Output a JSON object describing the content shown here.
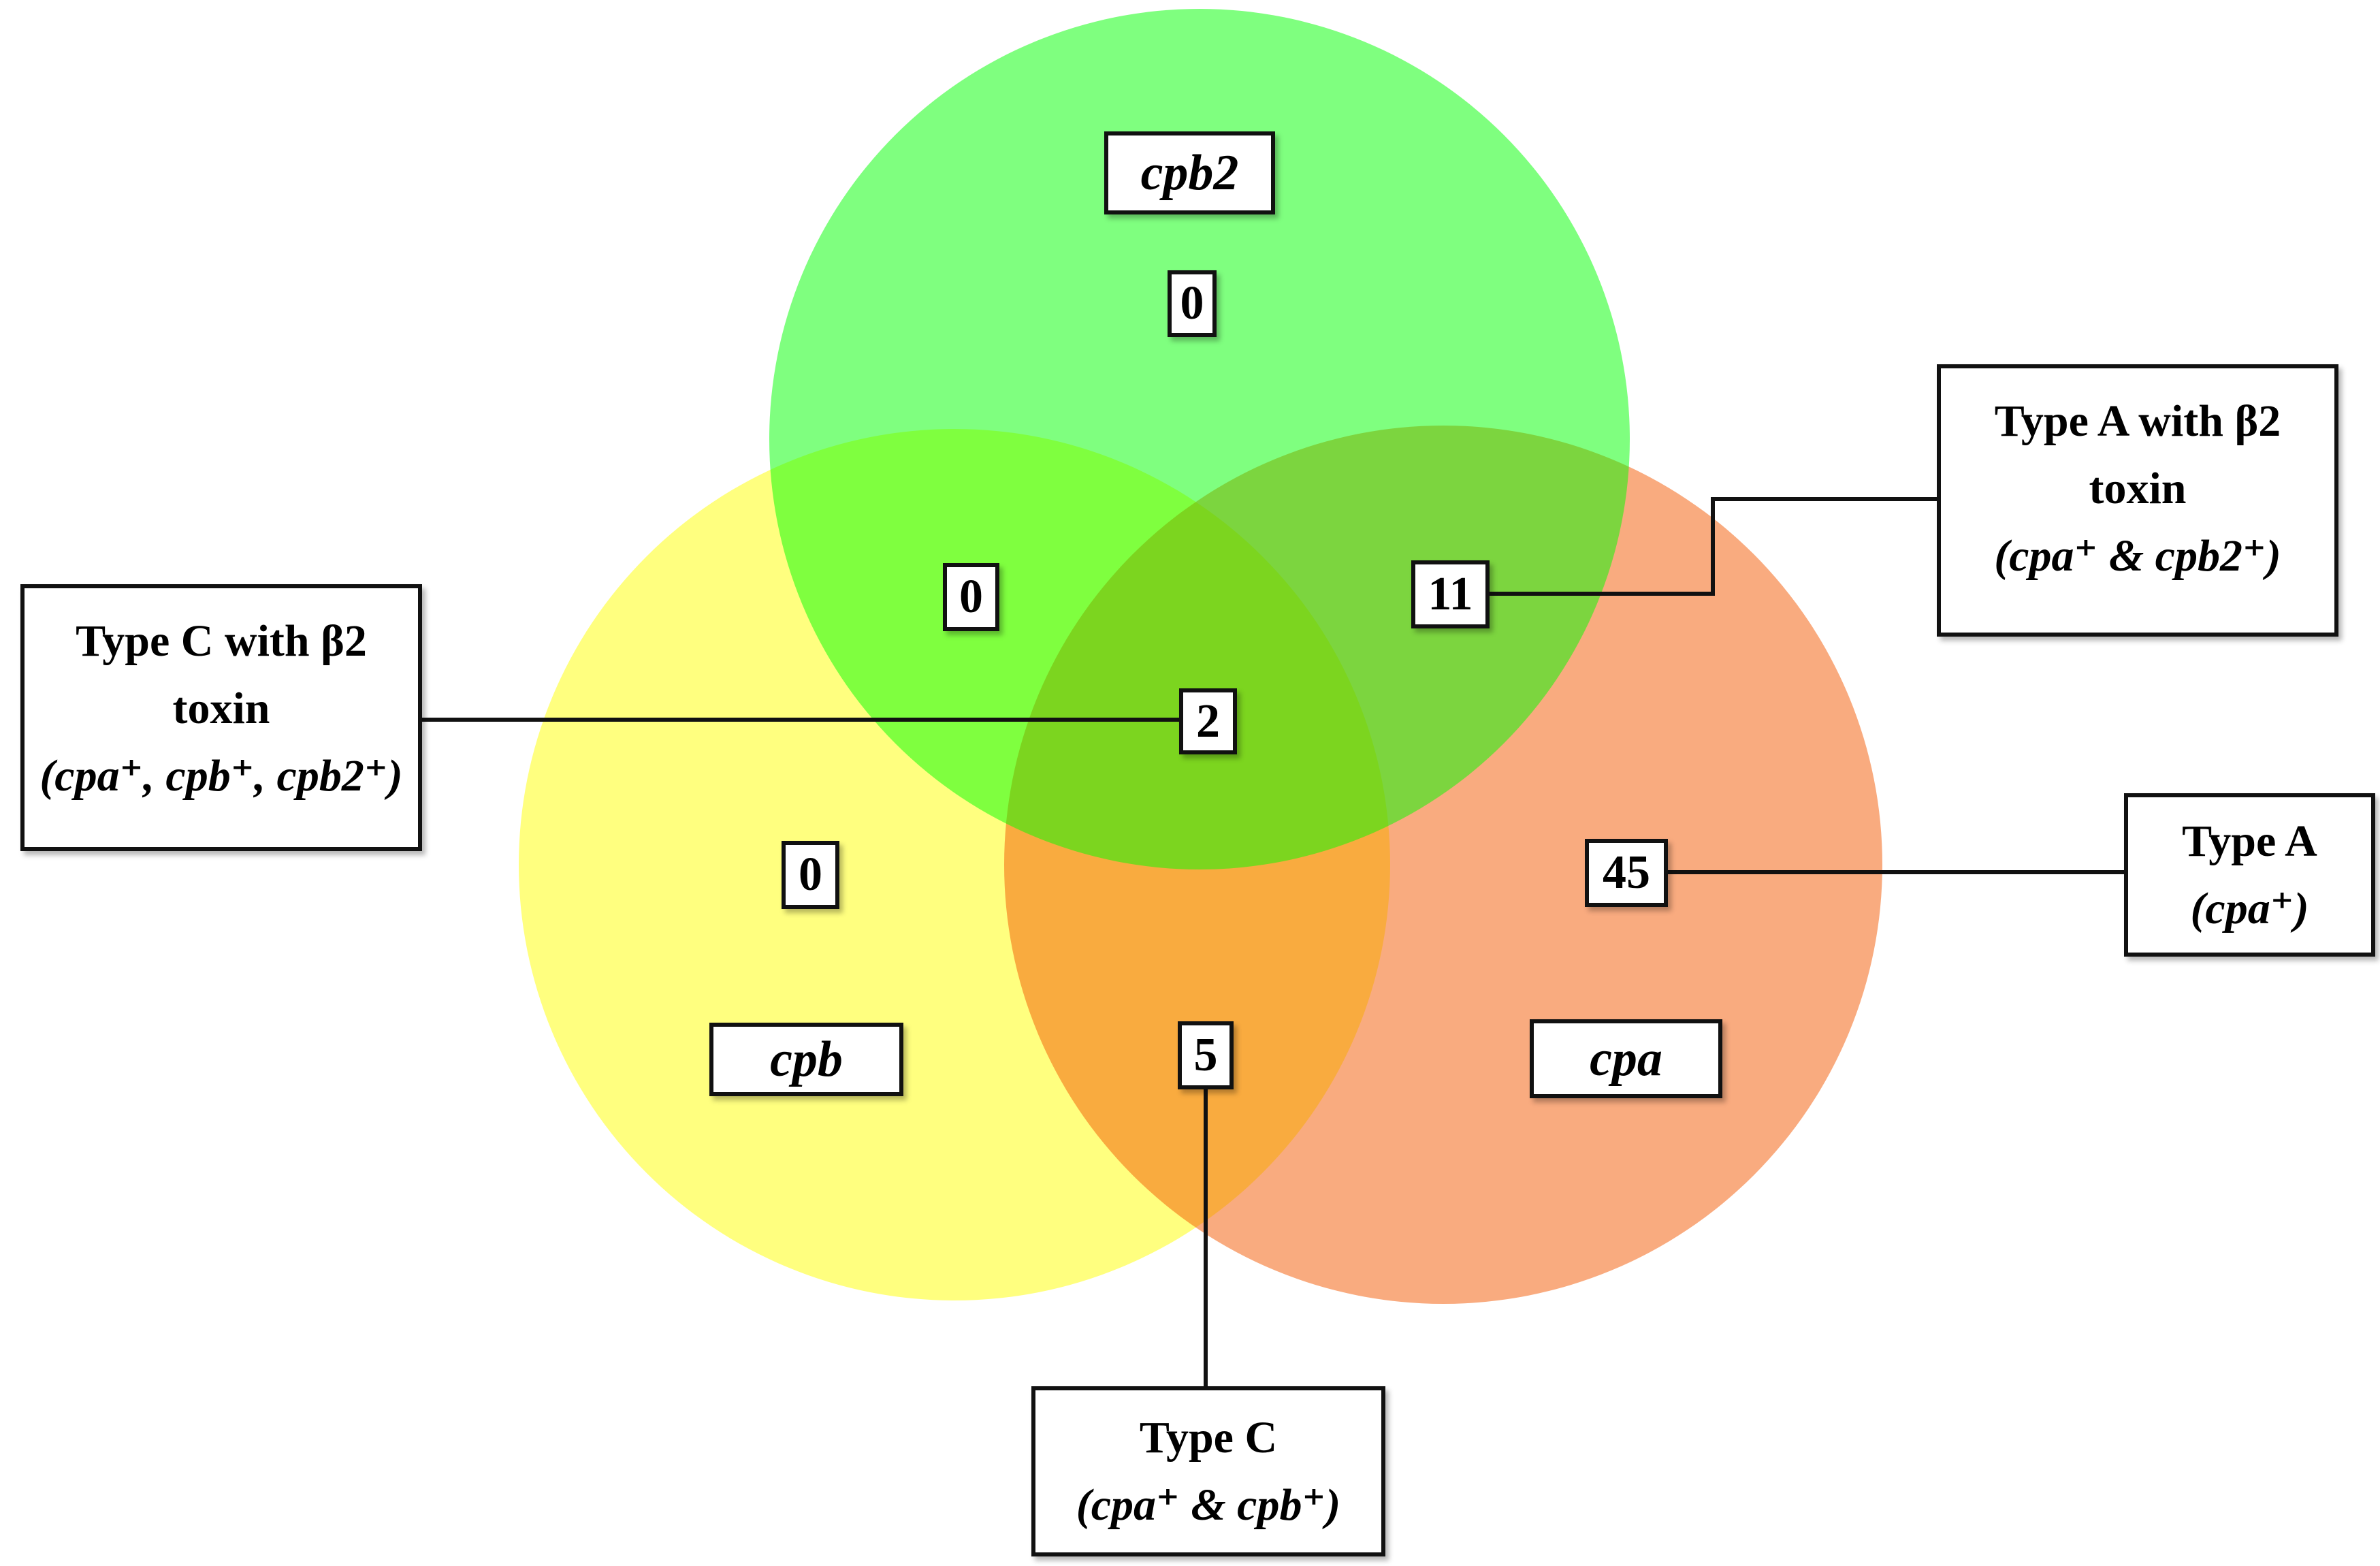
{
  "figure_type": "venn-diagram",
  "background_color": "#ffffff",
  "venn": {
    "sets": [
      {
        "id": "cpb2",
        "label": "cpb2",
        "position": "top",
        "base_color": "#00ff00",
        "rendered_color": "#80ff80",
        "count_exclusive": "0"
      },
      {
        "id": "cpb",
        "label": "cpb",
        "position": "bottom-left",
        "base_color": "#ffff00",
        "rendered_color": "#ffff80",
        "count_exclusive": "0"
      },
      {
        "id": "cpa",
        "label": "cpa",
        "position": "bottom-right",
        "base_color": "#f45800",
        "rendered_color": "#faac80",
        "count_exclusive": "45"
      }
    ],
    "overlaps": [
      {
        "sets": [
          "cpb2",
          "cpb"
        ],
        "count": "0",
        "rendered_color": "#80ff40"
      },
      {
        "sets": [
          "cpb2",
          "cpa"
        ],
        "count": "11",
        "rendered_color": "#7dd540"
      },
      {
        "sets": [
          "cpb",
          "cpa"
        ],
        "count": "5",
        "rendered_color": "#faac40"
      },
      {
        "sets": [
          "cpb2",
          "cpb",
          "cpa"
        ],
        "count": "2",
        "rendered_color": "#7cd530"
      }
    ],
    "callouts": [
      {
        "id": "type-c-b2",
        "line1": "Type C with β2",
        "line2": "toxin",
        "genes_line": "(cpa⁺, cpb⁺, cpb2⁺)",
        "points_to_count": "2"
      },
      {
        "id": "type-a-b2",
        "line1": "Type A with β2",
        "line2": "toxin",
        "genes_line": "(cpa⁺ & cpb2⁺)",
        "points_to_count": "11"
      },
      {
        "id": "type-a",
        "line1": "Type A",
        "genes_line": "(cpa⁺)",
        "points_to_count": "45"
      },
      {
        "id": "type-c",
        "line1": "Type C",
        "genes_line": "(cpa⁺ & cpb⁺)",
        "points_to_count": "5"
      }
    ]
  }
}
